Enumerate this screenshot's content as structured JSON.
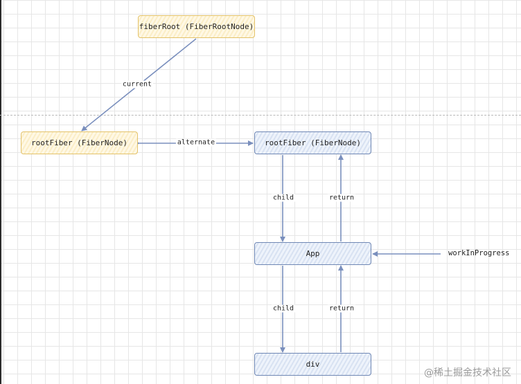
{
  "nodes": {
    "fiber_root": "fiberRoot (FiberRootNode)",
    "root_fiber_current": "rootFiber (FiberNode)",
    "root_fiber_wip": "rootFiber (FiberNode)",
    "app": "App",
    "div": "div"
  },
  "edges": {
    "current": "current",
    "alternate": "alternate",
    "child_1": "child",
    "return_1": "return",
    "child_2": "child",
    "return_2": "return"
  },
  "pointer_label": "workInProgress",
  "watermark": "@稀土掘金技术社区",
  "colors": {
    "current_tree_border": "#e3c26a",
    "current_tree_fill": "#fbeec7",
    "wip_tree_border": "#6f87b4",
    "wip_tree_fill": "#d8e2f2",
    "arrow": "#7a8fbd"
  }
}
